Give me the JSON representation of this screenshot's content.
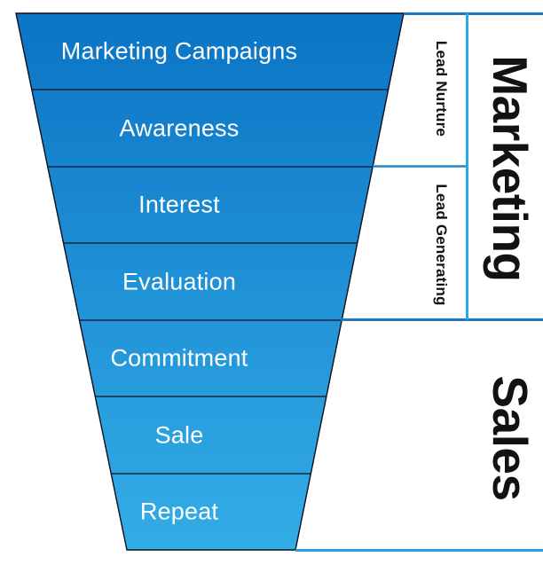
{
  "colors": {
    "funnel_top": "#0b74c5",
    "funnel_bottom": "#33ade6",
    "funnel_outline": "#0d0f1a",
    "stage_divider": "#10121f",
    "bracket_dark_blue": "#1878c4",
    "bracket_mid_blue": "#1f86cd",
    "bracket_light_blue": "#29a9e2",
    "bottom_line_blue": "#2a9fdd",
    "stage_text": "#ffffff",
    "annotation_text": "#121212"
  },
  "funnel": {
    "stages": [
      {
        "label": "Marketing Campaigns"
      },
      {
        "label": "Awareness"
      },
      {
        "label": "Interest"
      },
      {
        "label": "Evaluation"
      },
      {
        "label": "Commitment"
      },
      {
        "label": "Sale"
      },
      {
        "label": "Repeat"
      }
    ]
  },
  "annotations": {
    "lead_nurture": {
      "label": "Lead Nurture",
      "covers_stages": [
        "Marketing Campaigns",
        "Awareness"
      ]
    },
    "lead_generating": {
      "label": "Lead Generating",
      "covers_stages": [
        "Interest",
        "Evaluation"
      ]
    },
    "marketing": {
      "label": "Marketing",
      "covers_stages": [
        "Marketing Campaigns",
        "Awareness",
        "Interest",
        "Evaluation"
      ]
    },
    "sales": {
      "label": "Sales",
      "covers_stages": [
        "Commitment",
        "Sale",
        "Repeat"
      ]
    }
  }
}
